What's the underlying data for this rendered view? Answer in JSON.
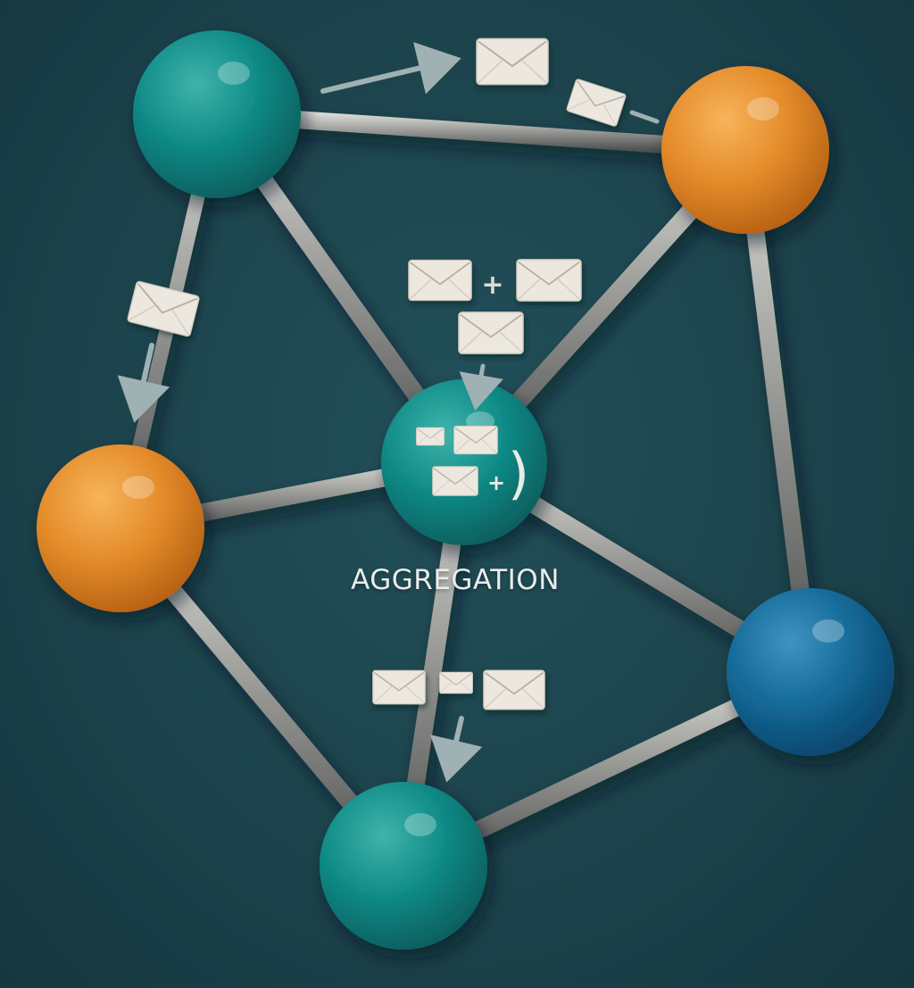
{
  "caption": "AGGREGATION",
  "icons": {
    "message": "envelope-icon",
    "plus": "+",
    "bracket": ")",
    "arrow": "arrow-icon"
  },
  "colors": {
    "background": "#1d3f48",
    "teal_node": "#0f8a86",
    "orange_node": "#e48b2a",
    "blue_node": "#146a98",
    "edge": "#9a9a98",
    "envelope": "#ece8e0",
    "arrow": "#9fb1b2"
  },
  "nodes": [
    {
      "id": "top-left",
      "color": "teal"
    },
    {
      "id": "top-right",
      "color": "orange"
    },
    {
      "id": "left",
      "color": "orange"
    },
    {
      "id": "center",
      "color": "teal"
    },
    {
      "id": "right",
      "color": "blue"
    },
    {
      "id": "bottom",
      "color": "teal"
    }
  ],
  "edges": [
    [
      "top-left",
      "top-right"
    ],
    [
      "top-left",
      "center"
    ],
    [
      "top-left",
      "left"
    ],
    [
      "top-right",
      "center"
    ],
    [
      "top-right",
      "right"
    ],
    [
      "left",
      "center"
    ],
    [
      "left",
      "bottom"
    ],
    [
      "center",
      "right"
    ],
    [
      "center",
      "bottom"
    ],
    [
      "right",
      "bottom"
    ]
  ]
}
